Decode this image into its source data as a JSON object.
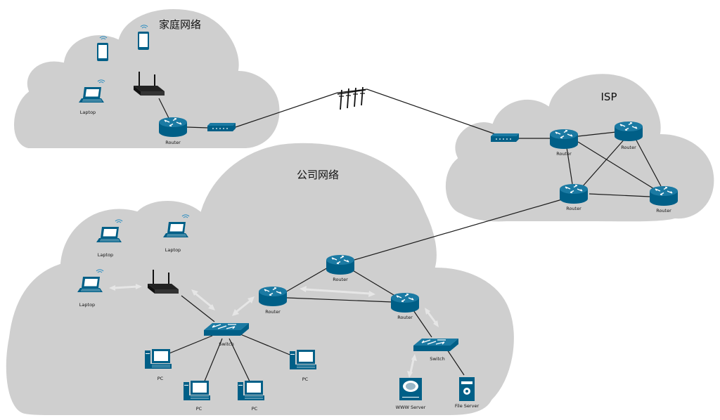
{
  "titles": {
    "home": "家庭网络",
    "isp": "ISP",
    "company": "公司网络"
  },
  "labels": {
    "home_laptop": "Laptop",
    "home_router": "Router",
    "isp_router_1": "Router",
    "isp_router_2": "Router",
    "isp_router_3": "Router",
    "isp_router_4": "Router",
    "co_laptop_1": "Laptop",
    "co_laptop_2": "Laptop",
    "co_laptop_3": "Laptop",
    "co_router_left": "Router",
    "co_router_top": "Router",
    "co_router_right": "Router",
    "co_switch_main": "Switch",
    "co_switch_server": "Switch",
    "pc_1": "PC",
    "pc_2": "PC",
    "pc_3": "PC",
    "pc_4": "PC",
    "www_server": "WWW Server",
    "file_server": "File Server"
  },
  "colors": {
    "cloud": "#cfcfcf",
    "device": "#005f87",
    "line": "#1a1a1a",
    "wireless_arrow": "#e6e6e6"
  },
  "icons": {
    "router": "router-icon",
    "switch": "switch-icon",
    "laptop": "laptop-icon",
    "phone": "phone-icon",
    "access_point": "access-point-icon",
    "modem": "modem-icon",
    "pc": "pc-icon",
    "www_server": "www-server-icon",
    "file_server": "file-server-icon",
    "antenna": "antenna-icon"
  }
}
